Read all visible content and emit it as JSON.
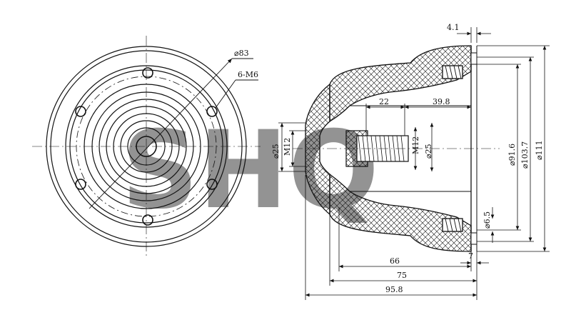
{
  "watermark": {
    "text": "SHQ",
    "color": "#9fd8d8"
  },
  "line_color": "#111111",
  "front_view": {
    "labels": {
      "diameter_83": "⌀83",
      "holes": "6-M6"
    }
  },
  "section_view": {
    "labels": {
      "d_4_1": "4.1",
      "d_22": "22",
      "d_39_8": "39.8",
      "d_phi25_left": "⌀25",
      "d_m12_left": "M12",
      "d_m12_right": "M12",
      "d_phi25_right": "⌀25",
      "d_phi91_6": "⌀91.6",
      "d_phi103_7": "⌀103.7",
      "d_phi111": "⌀111",
      "d_phi6_5": "⌀6.5",
      "d_66": "66",
      "d_7": "7",
      "d_75": "75",
      "d_95_8": "95.8"
    }
  }
}
